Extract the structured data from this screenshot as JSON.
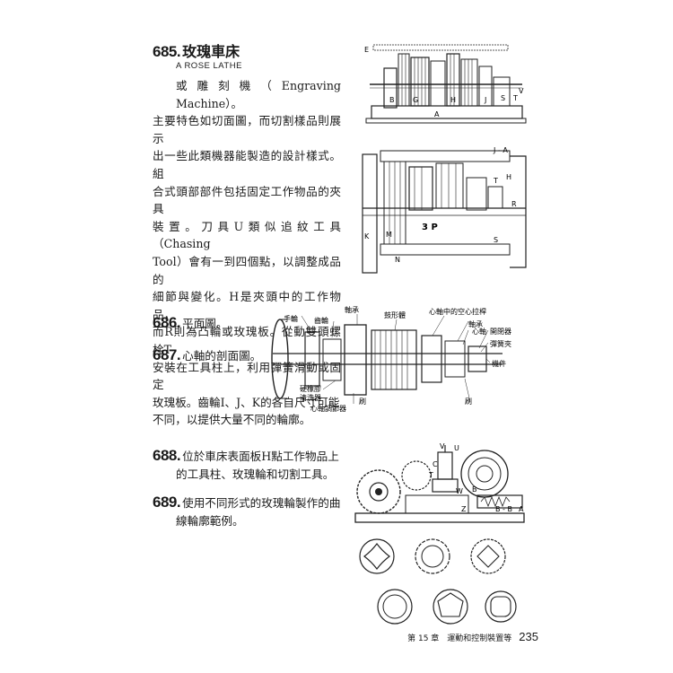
{
  "section685": {
    "number": "685.",
    "title": "玫瑰車床",
    "subtitle": "A ROSE LATHE",
    "lines": [
      "或雕刻機（Engraving Machine）。",
      "主要特色如切面圖，而切割樣品則展示",
      "出一些此類機器能製造的設計樣式。組",
      "合式頭部部件包括固定工作物品的夾具",
      "裝置。刀具U類似追紋工具（Chasing",
      "Tool）會有一到四個點，以調整成品的",
      "細節與變化。H是夾頭中的工作物品，",
      "而R則為凸輪或玫瑰板。從動雙頭螺栓T",
      "安裝在工具柱上，利用彈簧滑動或固定",
      "玫瑰板。齒輪I、J、K的各自尺寸可能",
      "不同，以提供大量不同的輪廓。"
    ]
  },
  "section686": {
    "number": "686.",
    "text": "平面圖。"
  },
  "section687": {
    "number": "687.",
    "text": "心軸的剖面圖。"
  },
  "section688": {
    "number": "688.",
    "lines": [
      "位於車床表面板H點工作物品上",
      "的工具柱、玫瑰輪和切割工具。"
    ]
  },
  "section689": {
    "number": "689.",
    "lines": [
      "使用不同形式的玫瑰輪製作的曲",
      "線輪廓範例。"
    ]
  },
  "fig1": {
    "labels": [
      "A",
      "B",
      "G",
      "H",
      "J",
      "S",
      "T",
      "V",
      "E"
    ]
  },
  "fig2": {
    "labels": [
      "3 P",
      "J - A",
      "K",
      "M",
      "N",
      "S",
      "R",
      "T",
      "H"
    ]
  },
  "fig3": {
    "labels": {
      "handwheel": "手輪",
      "gear": "齒輪",
      "bearing_left": "軸承",
      "cam_body": "鼓形體",
      "hollow_pull": "心軸中的空心拉桿",
      "bearing_right": "軸承",
      "spindle": "心軸",
      "switch": "開閉器",
      "spring_clip": "彈簧夾",
      "work": "機件",
      "rubber_washer_1": "硬橡膠",
      "rubber_washer_2": "清洗器",
      "spindle_adjuster": "心軸調節器",
      "brush_left": "刷",
      "brush_right": "刷"
    }
  },
  "fig4": {
    "labels": [
      "V",
      "U",
      "C",
      "T",
      "W",
      "B",
      "A",
      "Z",
      "B - B"
    ]
  },
  "footer": {
    "chapter": "第 15 章　運動和控制裝置等",
    "page": "235"
  }
}
